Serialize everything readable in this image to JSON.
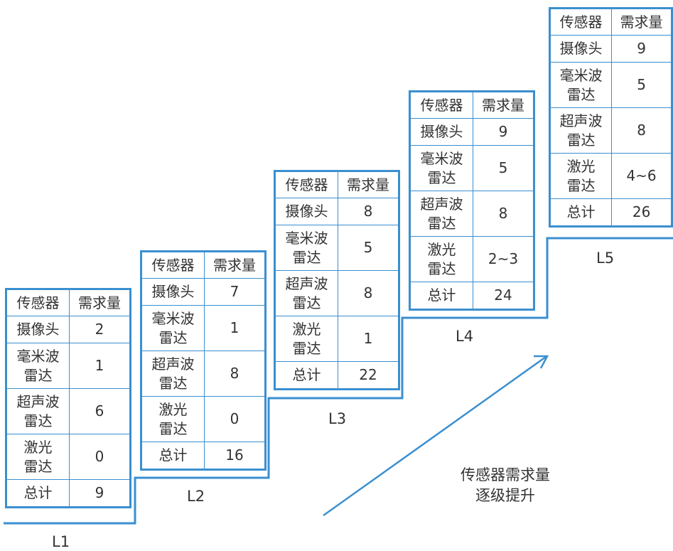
{
  "header": {
    "col_sensor": "传感器",
    "col_demand": "需求量"
  },
  "levels": [
    {
      "label": "L1",
      "rows": [
        {
          "name": "摄像头",
          "value": "2"
        },
        {
          "name": "毫米波\n雷达",
          "value": "1"
        },
        {
          "name": "超声波\n雷达",
          "value": "6"
        },
        {
          "name": "激光\n雷达",
          "value": "0"
        },
        {
          "name": "总计",
          "value": "9"
        }
      ]
    },
    {
      "label": "L2",
      "rows": [
        {
          "name": "摄像头",
          "value": "7"
        },
        {
          "name": "毫米波\n雷达",
          "value": "1"
        },
        {
          "name": "超声波\n雷达",
          "value": "8"
        },
        {
          "name": "激光\n雷达",
          "value": "0"
        },
        {
          "name": "总计",
          "value": "16"
        }
      ]
    },
    {
      "label": "L3",
      "rows": [
        {
          "name": "摄像头",
          "value": "8"
        },
        {
          "name": "毫米波\n雷达",
          "value": "5"
        },
        {
          "name": "超声波\n雷达",
          "value": "8"
        },
        {
          "name": "激光\n雷达",
          "value": "1"
        },
        {
          "name": "总计",
          "value": "22"
        }
      ]
    },
    {
      "label": "L4",
      "rows": [
        {
          "name": "摄像头",
          "value": "9"
        },
        {
          "name": "毫米波\n雷达",
          "value": "5"
        },
        {
          "name": "超声波\n雷达",
          "value": "8"
        },
        {
          "name": "激光\n雷达",
          "value": "2~3"
        },
        {
          "name": "总计",
          "value": "24"
        }
      ]
    },
    {
      "label": "L5",
      "rows": [
        {
          "name": "摄像头",
          "value": "9"
        },
        {
          "name": "毫米波\n雷达",
          "value": "5"
        },
        {
          "name": "超声波\n雷达",
          "value": "8"
        },
        {
          "name": "激光\n雷达",
          "value": "4~6"
        },
        {
          "name": "总计",
          "value": "26"
        }
      ]
    }
  ],
  "caption": {
    "line1": "传感器需求量",
    "line2": "逐级提升"
  },
  "colors": {
    "accent": "#3a8fd0"
  }
}
